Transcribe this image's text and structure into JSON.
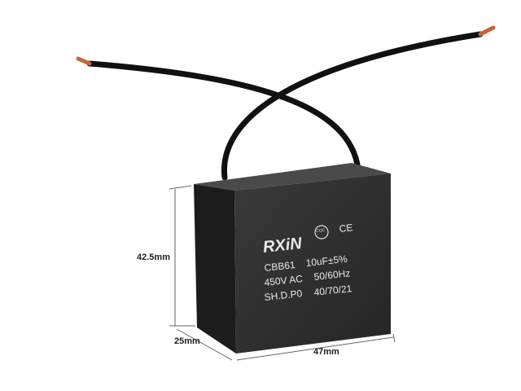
{
  "product": {
    "brand": "RXiN",
    "cert_mark": "CQC",
    "ce_mark": "CE",
    "model": "CBB61",
    "capacitance": "10uF±5%",
    "voltage": "450V AC",
    "frequency": "50/60Hz",
    "standard": "SH.D.P0",
    "climatic_category": "40/70/21"
  },
  "dimensions": {
    "height": "42.5mm",
    "depth": "25mm",
    "width": "47mm"
  },
  "colors": {
    "body": "#2a2a2a",
    "wire": "#111111",
    "copper": "#c0683a"
  }
}
